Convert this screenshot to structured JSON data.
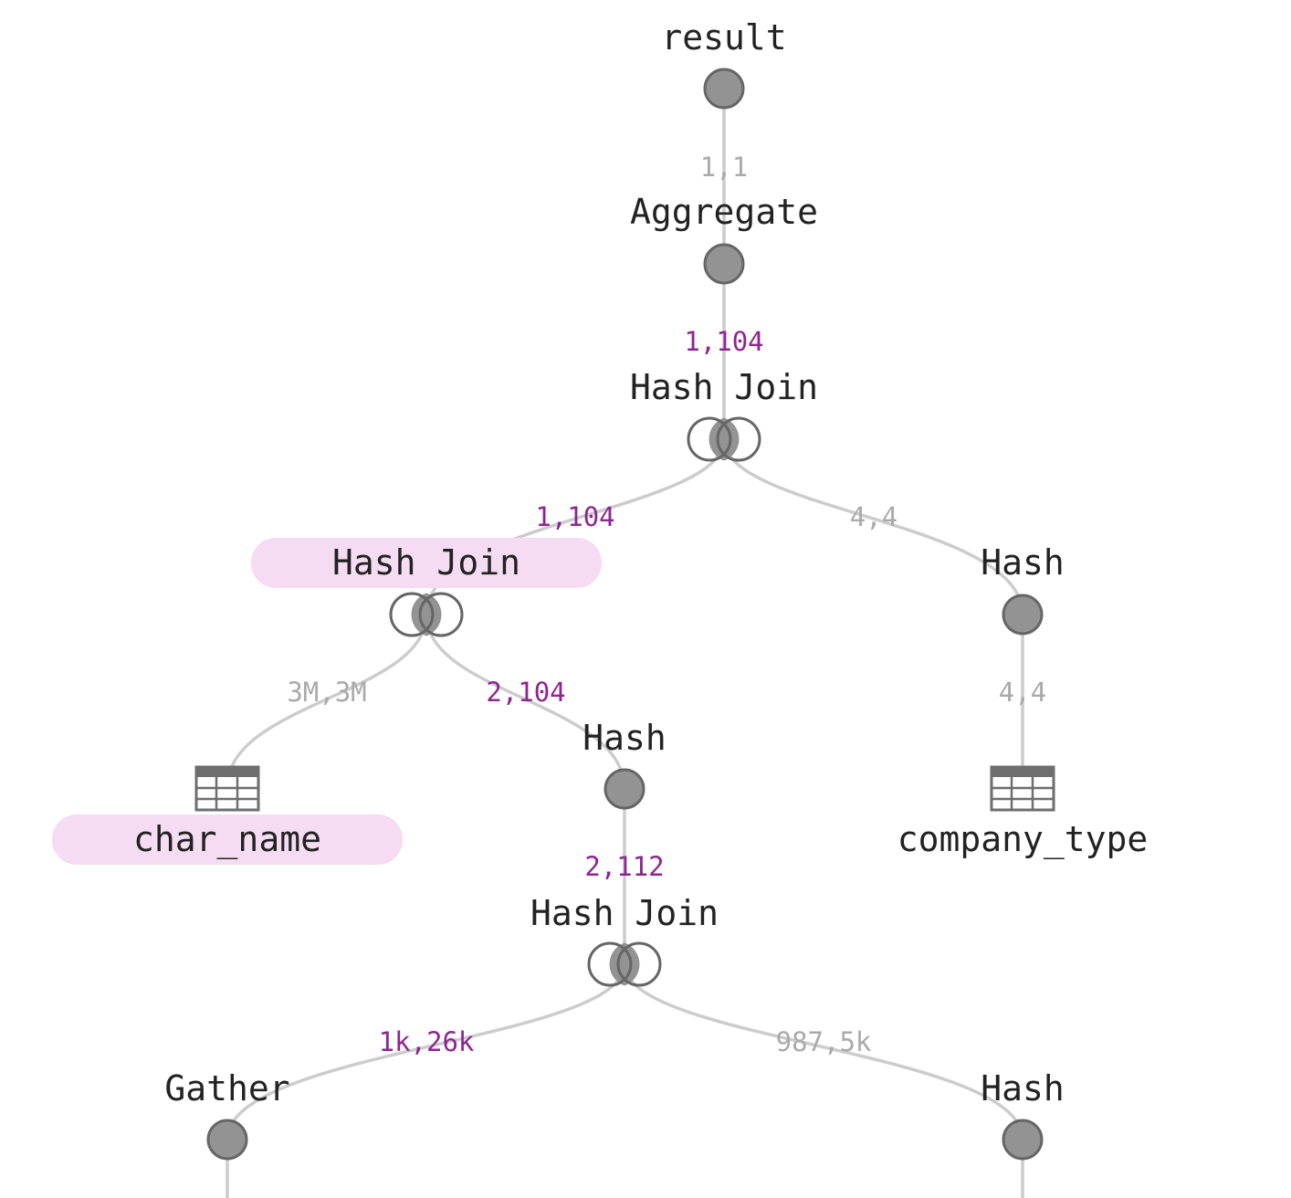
{
  "colors": {
    "edge": "#cccccc",
    "node_fill": "#939393",
    "node_stroke": "#666666",
    "label_text": "#222222",
    "highlight_bg": "#f5dcf3",
    "edge_label_hot": "#8e2591",
    "edge_label_normal": "#aaaaaa"
  },
  "nodes": [
    {
      "id": "result",
      "label": "result",
      "kind": "dot",
      "highlight": false
    },
    {
      "id": "aggregate",
      "label": "Aggregate",
      "kind": "dot",
      "highlight": false
    },
    {
      "id": "hashjoin1",
      "label": "Hash Join",
      "kind": "join-icon",
      "highlight": false
    },
    {
      "id": "hashjoin2",
      "label": "Hash Join",
      "kind": "join-icon",
      "highlight": true
    },
    {
      "id": "hash1",
      "label": "Hash",
      "kind": "dot",
      "highlight": false
    },
    {
      "id": "char_name",
      "label": "char_name",
      "kind": "table-icon",
      "highlight": true
    },
    {
      "id": "hash2",
      "label": "Hash",
      "kind": "dot",
      "highlight": false
    },
    {
      "id": "company_type",
      "label": "company_type",
      "kind": "table-icon",
      "highlight": false
    },
    {
      "id": "hashjoin3",
      "label": "Hash Join",
      "kind": "join-icon",
      "highlight": false
    },
    {
      "id": "gather",
      "label": "Gather",
      "kind": "dot",
      "highlight": false
    },
    {
      "id": "hash3",
      "label": "Hash",
      "kind": "dot",
      "highlight": false
    }
  ],
  "edges": [
    {
      "from": "result",
      "to": "aggregate",
      "label": "1,1",
      "hot": false
    },
    {
      "from": "aggregate",
      "to": "hashjoin1",
      "label": "1,104",
      "hot": true
    },
    {
      "from": "hashjoin1",
      "to": "hashjoin2",
      "label": "1,104",
      "hot": true
    },
    {
      "from": "hashjoin1",
      "to": "hash1",
      "label": "4,4",
      "hot": false
    },
    {
      "from": "hash1",
      "to": "company_type",
      "label": "4,4",
      "hot": false
    },
    {
      "from": "hashjoin2",
      "to": "char_name",
      "label": "3M,3M",
      "hot": false
    },
    {
      "from": "hashjoin2",
      "to": "hash2",
      "label": "2,104",
      "hot": true
    },
    {
      "from": "hash2",
      "to": "hashjoin3",
      "label": "2,112",
      "hot": true
    },
    {
      "from": "hashjoin3",
      "to": "gather",
      "label": "1k,26k",
      "hot": true
    },
    {
      "from": "hashjoin3",
      "to": "hash3",
      "label": "987,5k",
      "hot": false
    }
  ]
}
